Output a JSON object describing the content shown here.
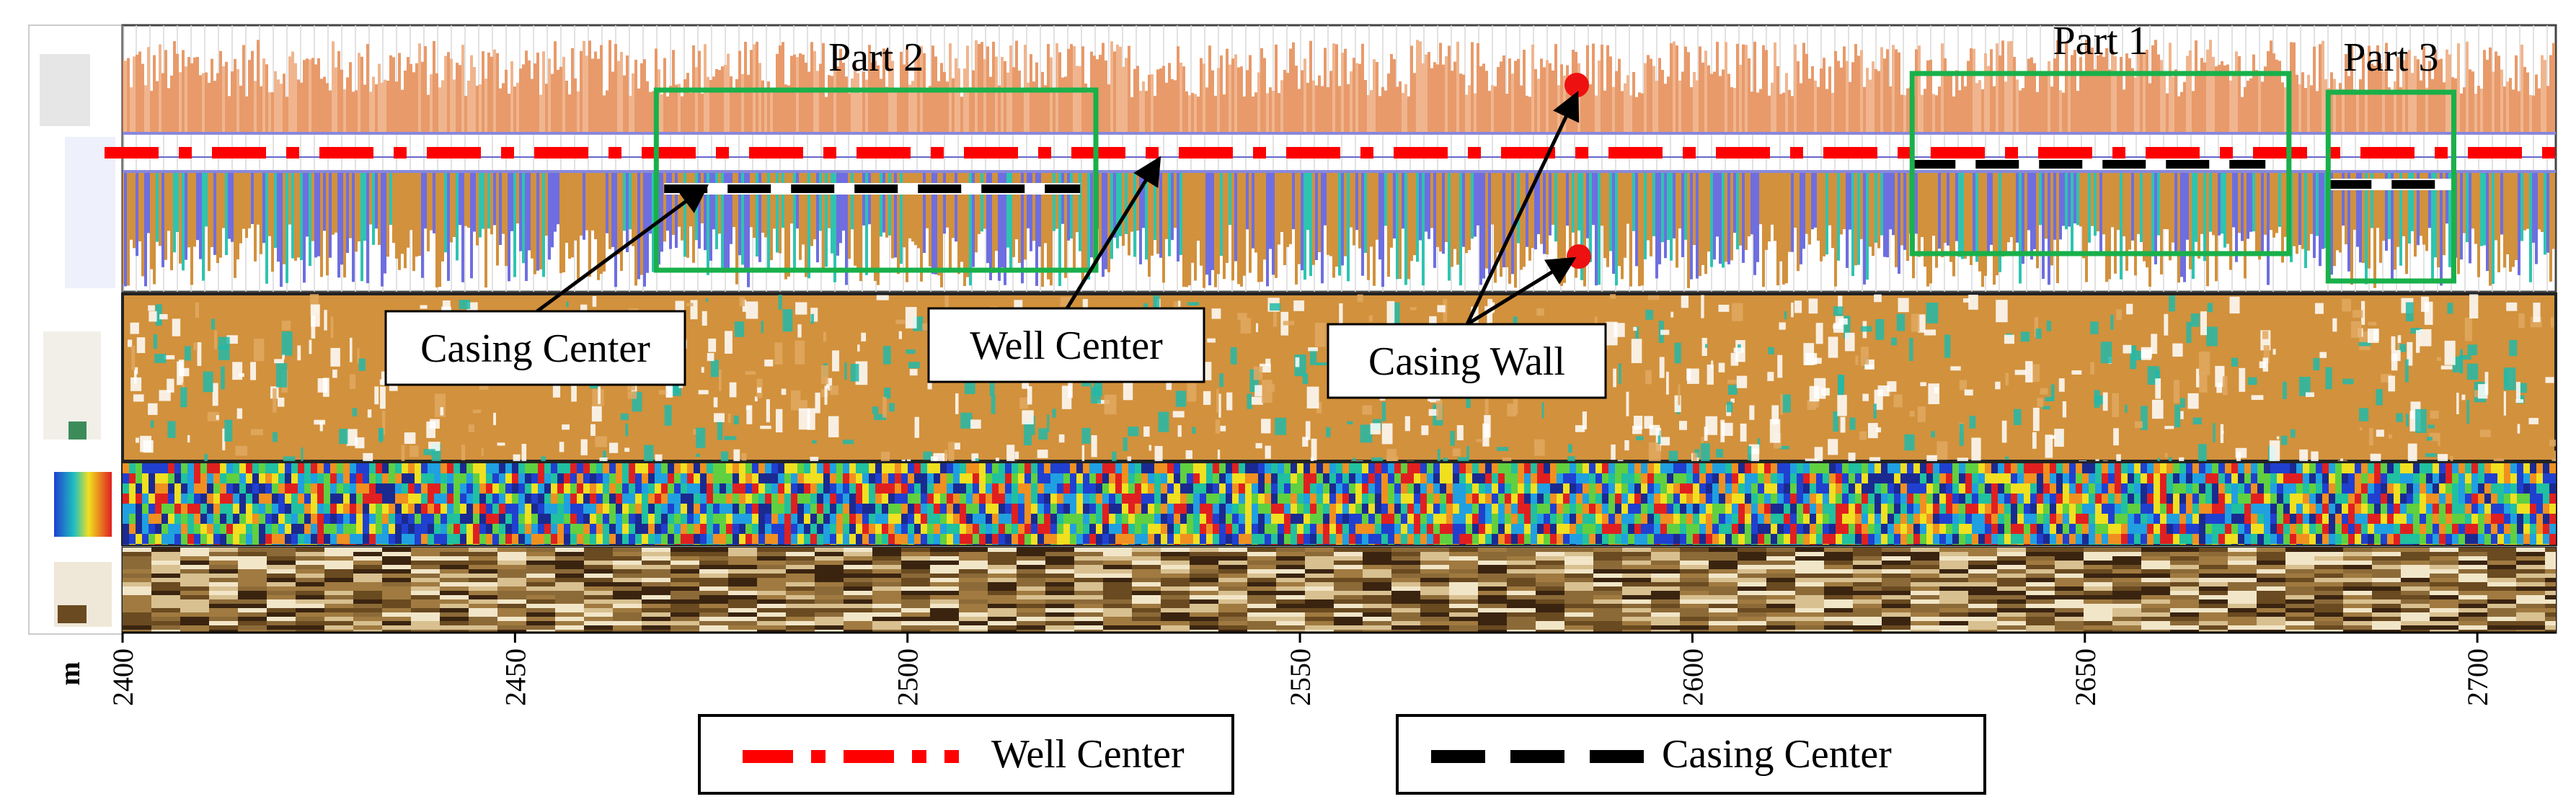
{
  "chart_data": {
    "type": "line",
    "x_unit_label": "m",
    "x_ticks": [
      2400,
      2450,
      2500,
      2550,
      2600,
      2650,
      2700
    ],
    "xlim": [
      2400,
      2710
    ],
    "tracks": [
      "caliper",
      "amplitude-image",
      "color-image",
      "acoustic-image"
    ],
    "series": [
      {
        "name": "Well Center",
        "color": "#ff0000",
        "style": "dash-dot",
        "x_range": [
          2400,
          2710
        ]
      },
      {
        "name": "Casing Center",
        "color": "#000000",
        "style": "dash",
        "segments": [
          [
            2469,
            2522
          ],
          [
            2628,
            2673
          ],
          [
            2681,
            2697
          ]
        ]
      }
    ],
    "regions": [
      {
        "label": "Part 2",
        "x_range": [
          2468,
          2524
        ]
      },
      {
        "label": "Part 1",
        "x_range": [
          2628,
          2676
        ]
      },
      {
        "label": "Part 3",
        "x_range": [
          2681,
          2697
        ]
      }
    ],
    "annotations": [
      {
        "text": "Casing Center"
      },
      {
        "text": "Well Center"
      },
      {
        "text": "Casing Wall"
      }
    ],
    "legend_position": "bottom",
    "colors": {
      "orange": "#d2913c",
      "red": "#ff0000",
      "green": "#19b04a",
      "blue": "#5a5ae6",
      "black": "#000000"
    }
  }
}
